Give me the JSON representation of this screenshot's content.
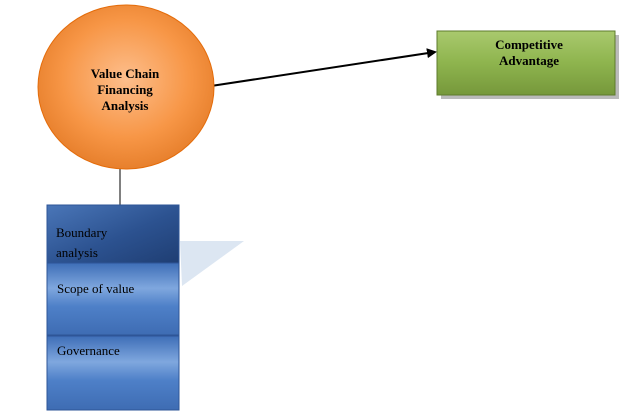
{
  "diagram": {
    "central_node": {
      "label": "Value Chain Financing Analysis",
      "lines": [
        "Value Chain",
        "Financing",
        "Analysis"
      ],
      "shape": "ellipse",
      "fill_color": "#F79646",
      "border_color": "#E46C0A"
    },
    "target_node": {
      "label": "Competitive Advantage",
      "lines": [
        "Competitive",
        "Advantage"
      ],
      "shape": "rectangle",
      "fill_color": "#8EB44E",
      "border_color": "#5E7B2C"
    },
    "arrow": {
      "from": "Value Chain Financing Analysis",
      "to": "Competitive Advantage"
    },
    "stacked_items": [
      {
        "label": "Boundary analysis",
        "lines": [
          "Boundary",
          "analysis"
        ],
        "fill_color": "#2F5597"
      },
      {
        "label": "Scope of value",
        "lines": [
          "Scope of value"
        ],
        "fill_color": "#5B8BD0"
      },
      {
        "label": "Governance",
        "lines": [
          "Governance"
        ],
        "fill_color": "#5B8BD0"
      }
    ],
    "callout_color": "#DCE6F2"
  }
}
